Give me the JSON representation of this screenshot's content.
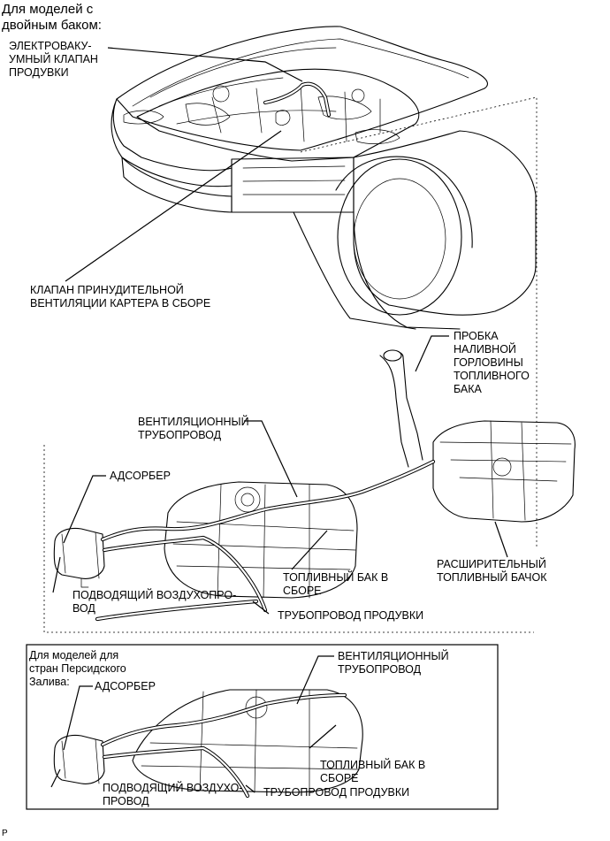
{
  "main": {
    "header": "Для моделей с\nдвойным баком:",
    "labels": {
      "purge_vsv": "ЭЛЕКТРОВАКУ-\nУМНЫЙ КЛАПАН\nПРОДУВКИ",
      "pcv_valve": "КЛАПАН ПРИНУДИТЕЛЬНОЙ\nВЕНТИЛЯЦИИ КАРТЕРА В СБОРЕ",
      "filler_cap": "ПРОБКА\nНАЛИВНОЙ\nГОРЛОВИНЫ\nТОПЛИВНОГО\nБАКА",
      "vent_pipe": "ВЕНТИЛЯЦИОННЫЙ\nТРУБОПРОВОД",
      "canister": "АДСОРБЕР",
      "sub_tank": "РАСШИРИТЕЛЬНЫЙ\nТОПЛИВНЫЙ БАЧОК",
      "fuel_tank": "ТОПЛИВНЫЙ БАК В\nСБОРЕ",
      "inlet_pipe": "ПОДВОДЯЩИЙ ВОЗДУХОПРО-\nВОД",
      "purge_line": "ТРУБОПРОВОД ПРОДУВКИ"
    }
  },
  "inset": {
    "header": "Для моделей для\nстран Персидского\nЗалива:",
    "labels": {
      "canister": "АДСОРБЕР",
      "vent_pipe": "ВЕНТИЛЯЦИОННЫЙ\nТРУБОПРОВОД",
      "fuel_tank": "ТОПЛИВНЫЙ БАК В\nСБОРЕ",
      "inlet_pipe": "ПОДВОДЯЩИЙ ВОЗДУХО-\nПРОВОД",
      "purge_line": "ТРУБОПРОВОД ПРОДУВКИ"
    }
  },
  "footer": {
    "code": "P"
  }
}
